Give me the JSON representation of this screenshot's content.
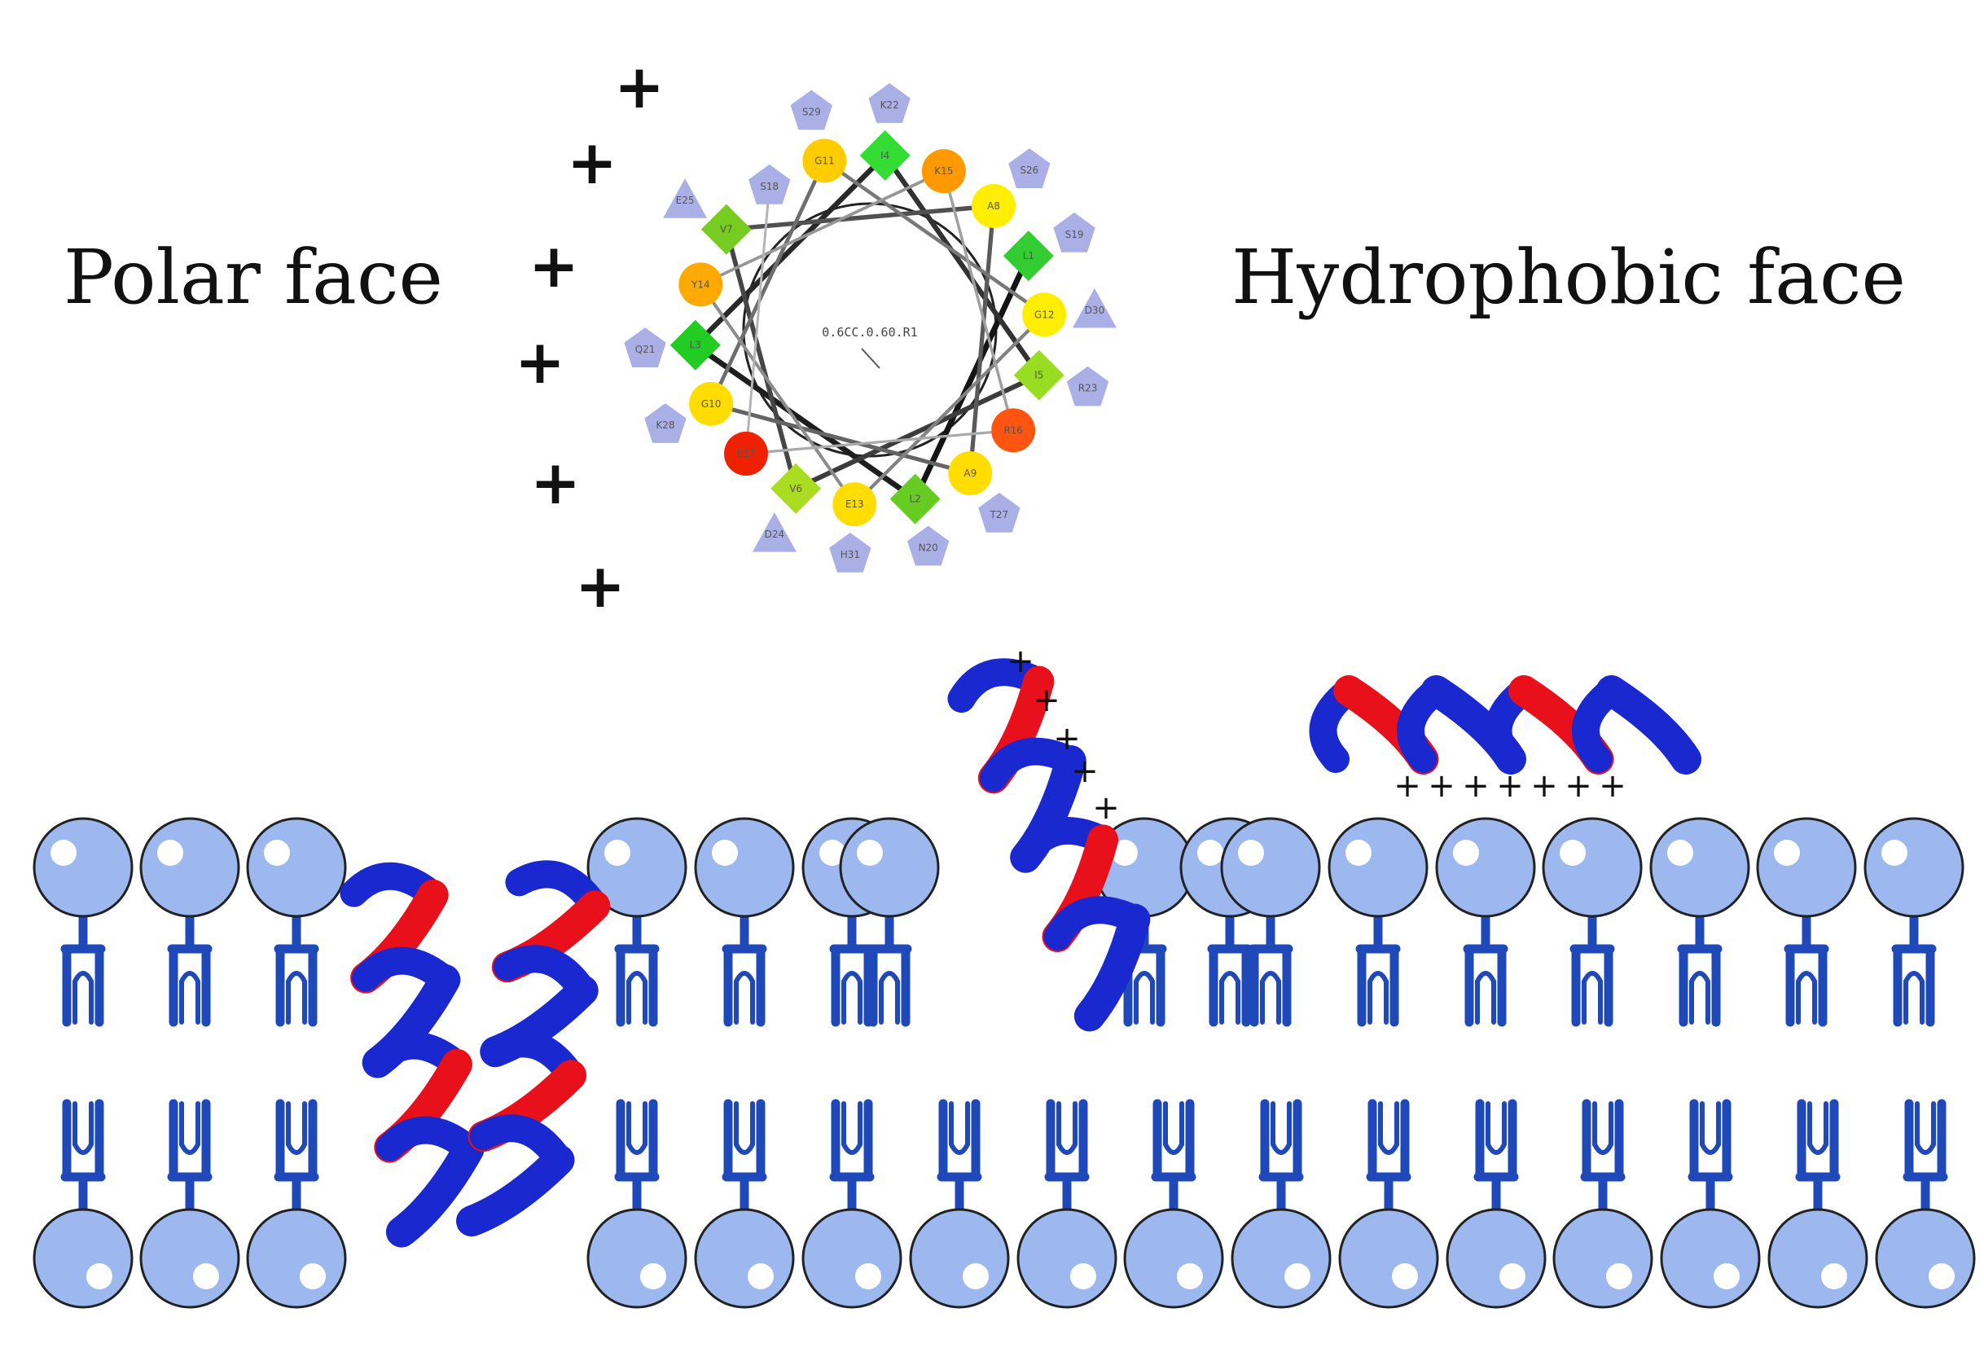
{
  "labels": {
    "polar_face": "Polar face",
    "hydrophobic_face": "Hydrophobic face"
  },
  "wheel": {
    "center_label": "0.6CC.0.60.R1",
    "polar_signs": [
      "+",
      "+",
      "+",
      "+",
      "+",
      "+"
    ],
    "residues": [
      {
        "label": "L1",
        "shape": "diamond",
        "color": "#33cc33"
      },
      {
        "label": "L2",
        "shape": "diamond",
        "color": "#66cc22"
      },
      {
        "label": "L3",
        "shape": "diamond",
        "color": "#22cc22"
      },
      {
        "label": "I4",
        "shape": "diamond",
        "color": "#33dd33"
      },
      {
        "label": "I5",
        "shape": "diamond",
        "color": "#99dd22"
      },
      {
        "label": "V6",
        "shape": "diamond",
        "color": "#aadd22"
      },
      {
        "label": "V7",
        "shape": "diamond",
        "color": "#77cc22"
      },
      {
        "label": "A8",
        "shape": "circle",
        "color": "#ffee00"
      },
      {
        "label": "A9",
        "shape": "circle",
        "color": "#ffdd00"
      },
      {
        "label": "G10",
        "shape": "circle",
        "color": "#ffdd00"
      },
      {
        "label": "G11",
        "shape": "circle",
        "color": "#ffcc00"
      },
      {
        "label": "G12",
        "shape": "circle",
        "color": "#ffee00"
      },
      {
        "label": "E13",
        "shape": "circle",
        "color": "#ffdd00"
      },
      {
        "label": "Y14",
        "shape": "circle",
        "color": "#ffaa00"
      },
      {
        "label": "K15",
        "shape": "circle",
        "color": "#ff9900"
      },
      {
        "label": "R16",
        "shape": "circle",
        "color": "#ff5511"
      },
      {
        "label": "K17",
        "shape": "circle",
        "color": "#ee2200"
      },
      {
        "label": "S18",
        "shape": "pentagon",
        "color": "#aab0e6"
      },
      {
        "label": "S19",
        "shape": "pentagon",
        "color": "#aab0e6"
      },
      {
        "label": "N20",
        "shape": "pentagon",
        "color": "#aab0e6"
      },
      {
        "label": "Q21",
        "shape": "pentagon",
        "color": "#aab0e6"
      },
      {
        "label": "K22",
        "shape": "pentagon",
        "color": "#aab0e6"
      },
      {
        "label": "R23",
        "shape": "pentagon",
        "color": "#aab0e6"
      },
      {
        "label": "D24",
        "shape": "triangle",
        "color": "#aab0e6"
      },
      {
        "label": "E25",
        "shape": "triangle",
        "color": "#aab0e6"
      },
      {
        "label": "S26",
        "shape": "pentagon",
        "color": "#aab0e6"
      },
      {
        "label": "T27",
        "shape": "pentagon",
        "color": "#aab0e6"
      },
      {
        "label": "K28",
        "shape": "pentagon",
        "color": "#aab0e6"
      },
      {
        "label": "S29",
        "shape": "pentagon",
        "color": "#aab0e6"
      },
      {
        "label": "D30",
        "shape": "triangle",
        "color": "#aab0e6"
      },
      {
        "label": "H31",
        "shape": "pentagon",
        "color": "#aab0e6"
      }
    ]
  },
  "helices": {
    "angled_peptide_signs": [
      "+",
      "+",
      "+",
      "+",
      "+"
    ],
    "surface_peptide_signs": [
      "+",
      "+",
      "+",
      "+",
      "+",
      "+",
      "+"
    ]
  },
  "colors": {
    "lipid_head": "#9db8ee",
    "lipid_tail": "#1f48b8",
    "helix_red": "#e8101a",
    "helix_blue": "#1a28d0"
  }
}
